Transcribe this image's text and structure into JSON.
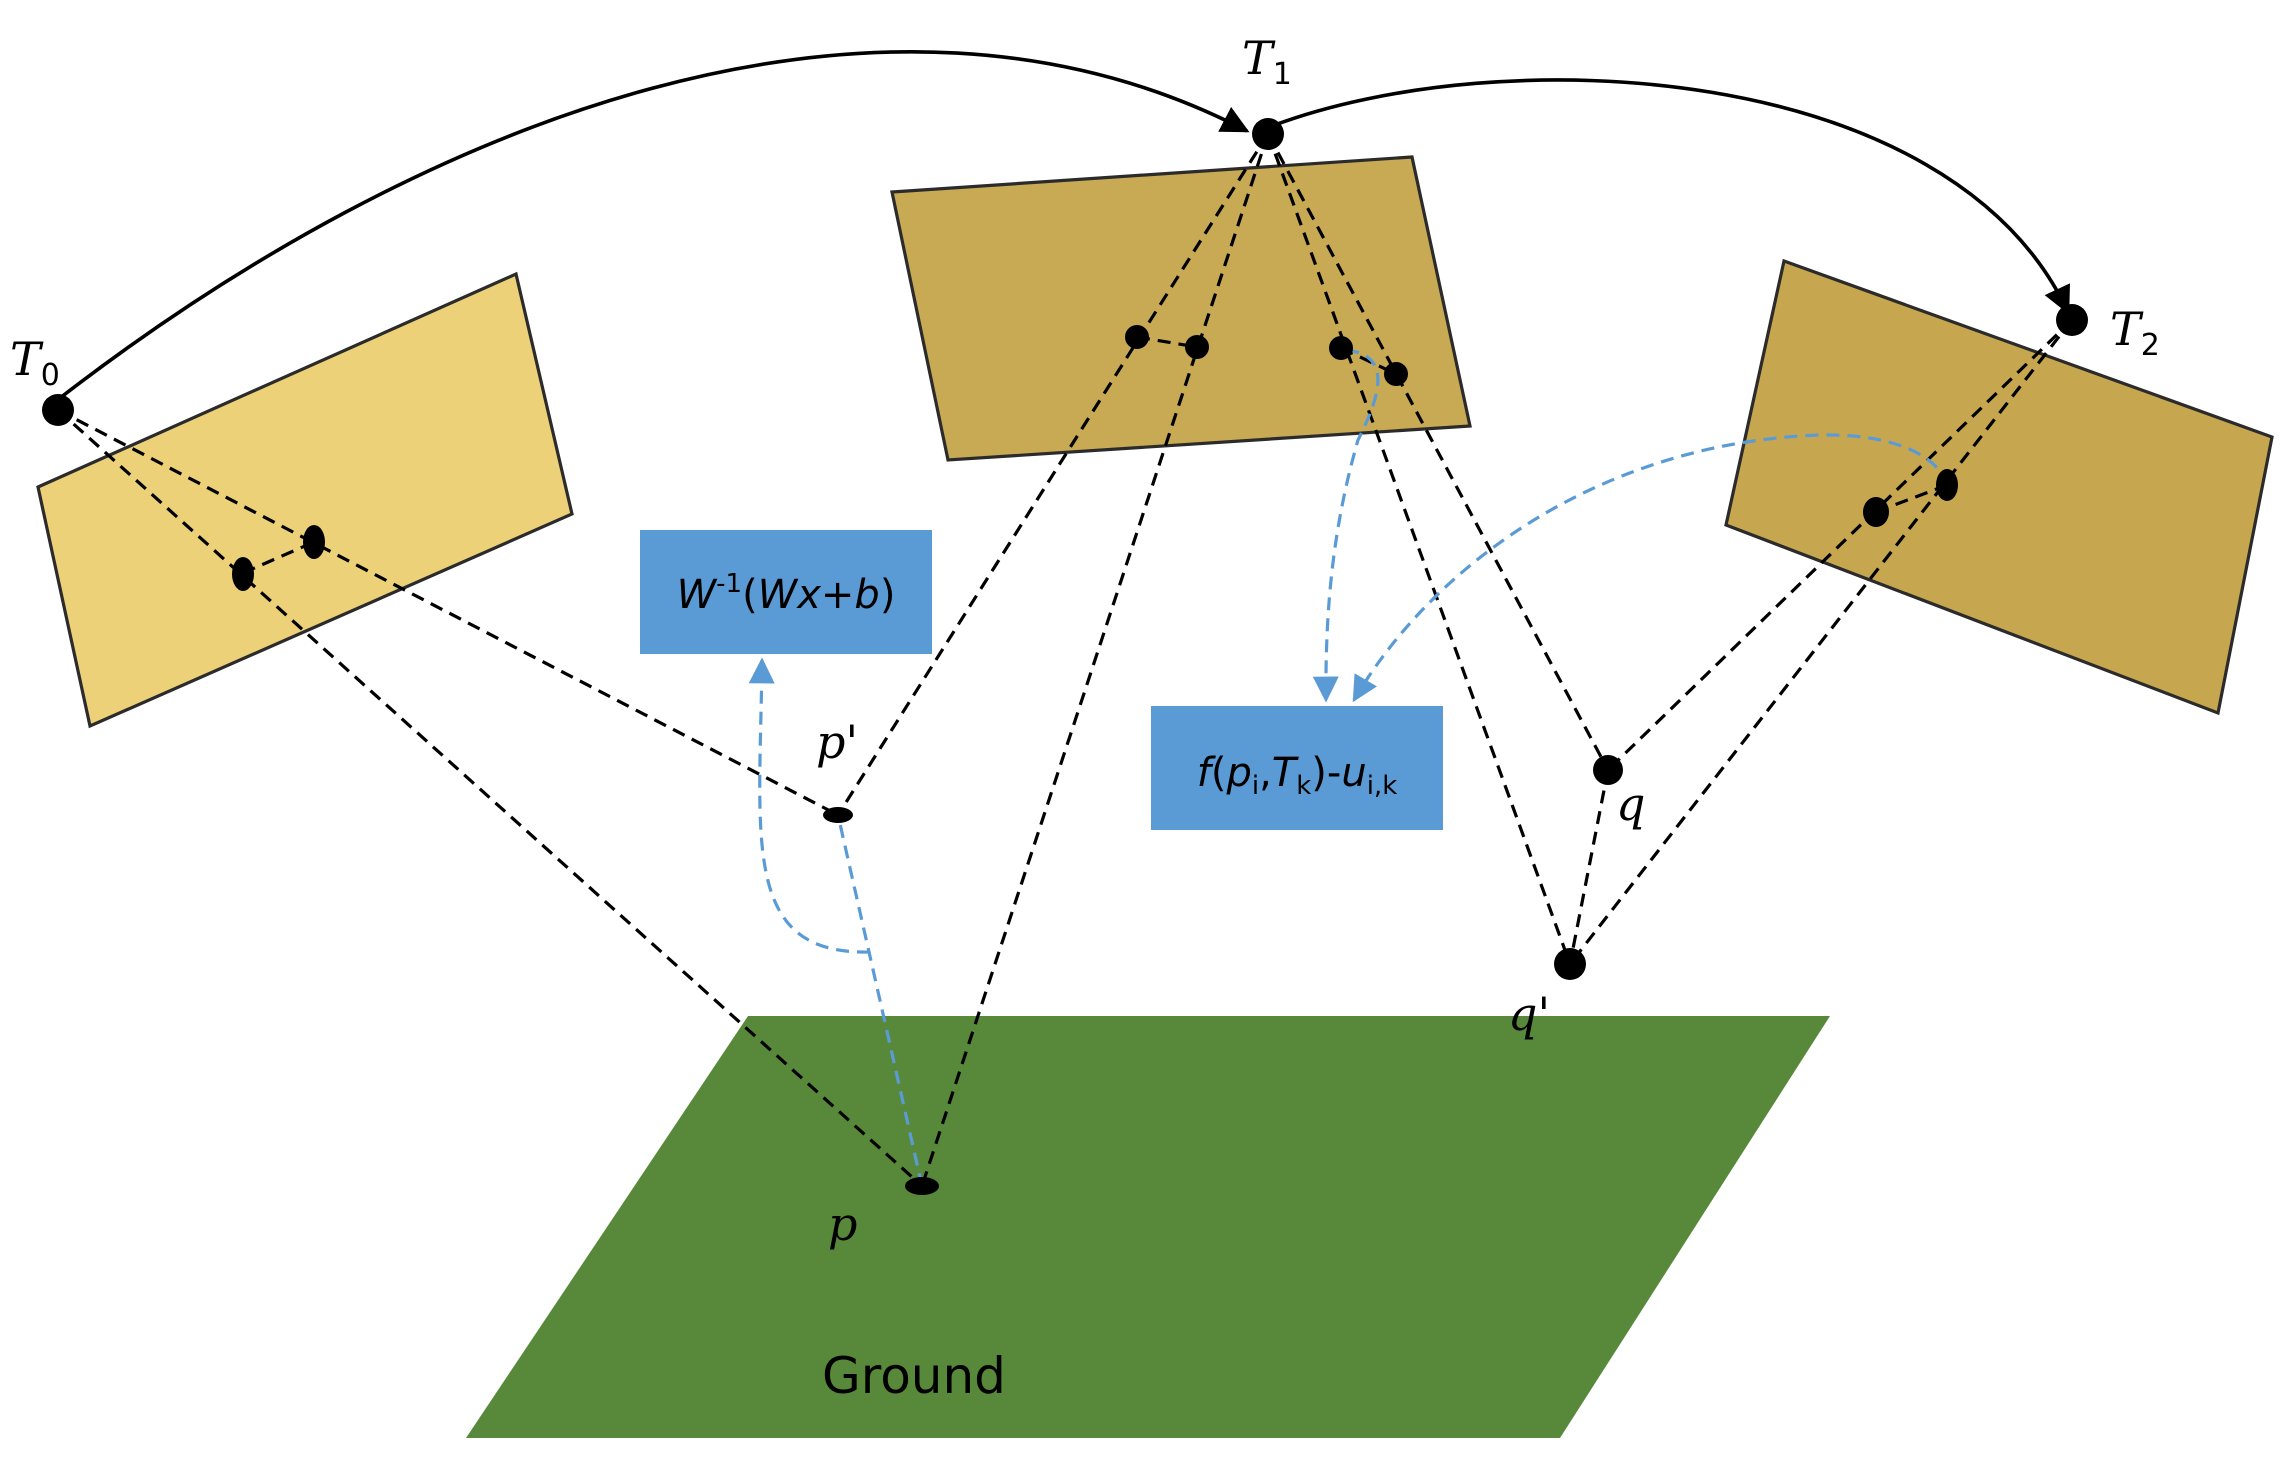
{
  "colors": {
    "frame_0": "#ecd178",
    "frame_1": "#c8a954",
    "frame_2": "#c6a64f",
    "ground": "#58893a",
    "formula_box": "#5b9bd5",
    "reprojection_arrow": "#5b9bd5",
    "frame_border": "#2b2b2b"
  },
  "poses": {
    "t0": {
      "base": "T",
      "sub": "0"
    },
    "t1": {
      "base": "T",
      "sub": "1"
    },
    "t2": {
      "base": "T",
      "sub": "2"
    }
  },
  "points": {
    "p": "p",
    "p_prime": "p'",
    "q": "q",
    "q_prime": "q'"
  },
  "formulas": {
    "transform": {
      "w": "W",
      "sup": "-1",
      "open": "(",
      "wx": "Wx",
      "plus": "+",
      "b": "b",
      "close": ")"
    },
    "residual": {
      "f": "f",
      "open": "(",
      "p": "p",
      "p_sub": "i",
      "comma": ",",
      "t": "T",
      "t_sub": "k",
      "close": ")",
      "minus": "-",
      "u": "u",
      "u_sub": "i,k"
    }
  },
  "ground_label": "Ground"
}
